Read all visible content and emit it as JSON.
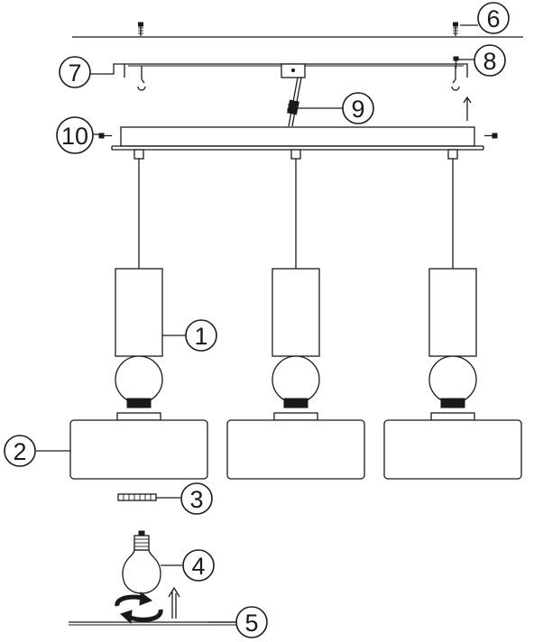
{
  "callouts": [
    {
      "id": "1",
      "label": "1"
    },
    {
      "id": "2",
      "label": "2"
    },
    {
      "id": "3",
      "label": "3"
    },
    {
      "id": "4",
      "label": "4"
    },
    {
      "id": "5",
      "label": "5"
    },
    {
      "id": "6",
      "label": "6"
    },
    {
      "id": "7",
      "label": "7"
    },
    {
      "id": "8",
      "label": "8"
    },
    {
      "id": "9",
      "label": "9"
    },
    {
      "id": "10",
      "label": "10"
    }
  ],
  "colors": {
    "line": "#1a1a1a",
    "background": "#ffffff"
  }
}
